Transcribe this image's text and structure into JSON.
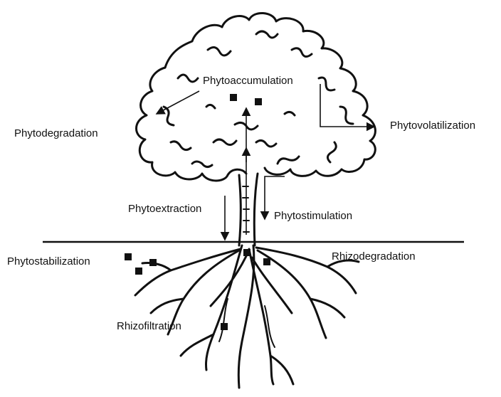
{
  "labels": {
    "phytoaccumulation": "Phytoaccumulation",
    "phytodegradation": "Phytodegradation",
    "phytovolatilization": "Phytovolatilization",
    "phytoextraction": "Phytoextraction",
    "phytostimulation": "Phytostimulation",
    "phytostabilization": "Phytostabilization",
    "rhizodegradation": "Rhizodegradation",
    "rhizofiltration": "Rhizofiltration"
  },
  "icons": {
    "tree": "tree-illustration",
    "contaminant": "contaminant-square-icon"
  },
  "colors": {
    "ink": "#111111",
    "background": "#ffffff"
  }
}
